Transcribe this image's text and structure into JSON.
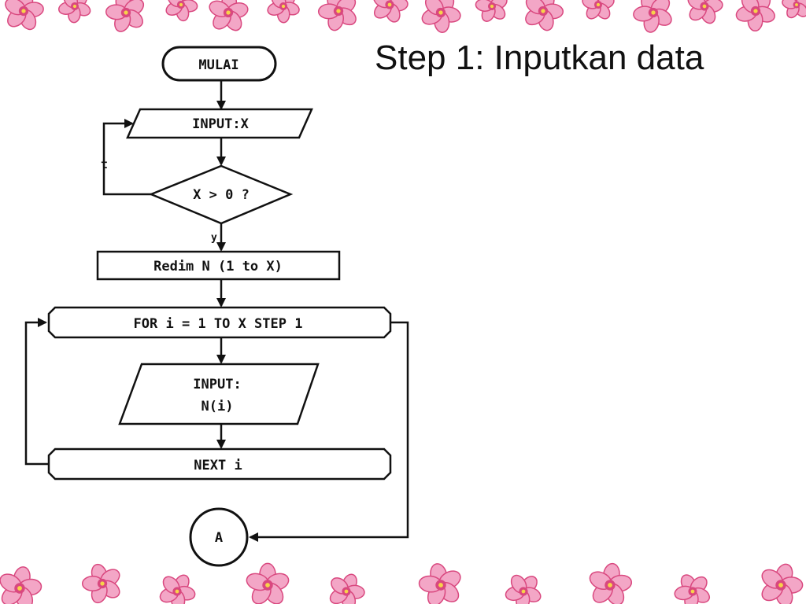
{
  "slide": {
    "title": "Step 1: Inputkan data"
  },
  "flowchart": {
    "start": "MULAI",
    "input_x": "INPUT:X",
    "decision": "X > 0 ?",
    "label_false": "t",
    "label_true": "y",
    "redim": "Redim N (1 to X)",
    "loop_start": "FOR i = 1 TO X STEP 1",
    "input_n_line1": "INPUT:",
    "input_n_line2": "N(i)",
    "loop_end": "NEXT i",
    "connector": "A"
  },
  "colors": {
    "background": "#ffffff",
    "ink": "#111111",
    "petal": "#f3a6c6",
    "petal_dark": "#d9487f",
    "flower_center": "#f7d34a"
  },
  "decorations": {
    "border": "cherry-blossom-border"
  }
}
